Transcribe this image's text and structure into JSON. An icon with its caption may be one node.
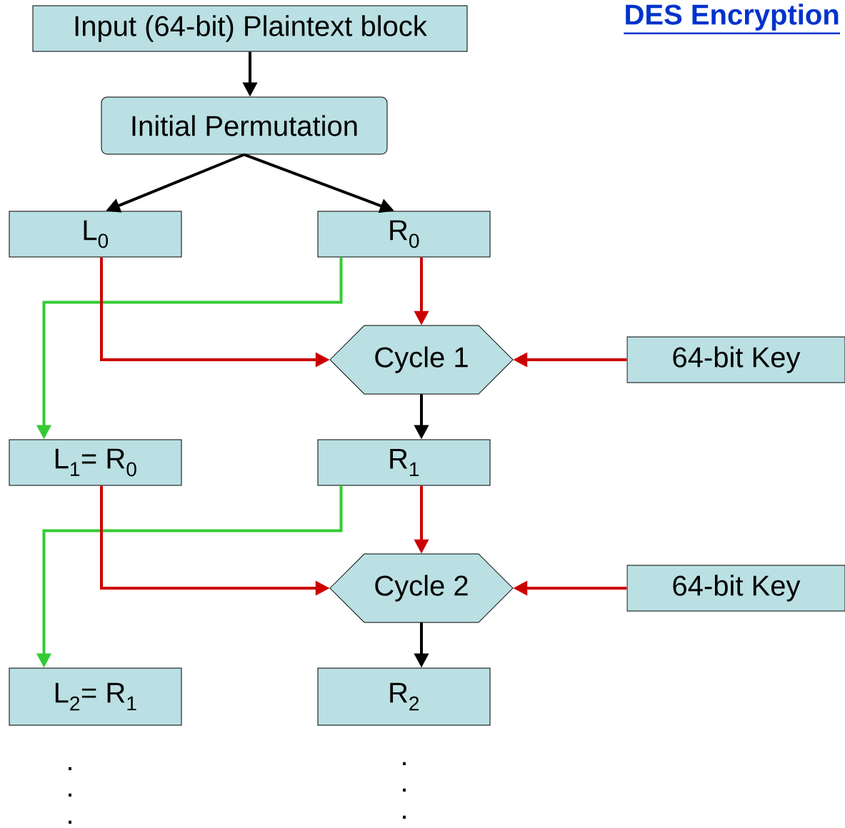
{
  "diagram": {
    "title": "DES Encryption",
    "nodes": [
      {
        "text": [
          "Input (64-bit) Plaintext block"
        ]
      },
      {
        "text": [
          "Initial Permutation"
        ]
      },
      {
        "text": [
          "L$_{0}$"
        ]
      },
      {
        "text": [
          "R$_{0}$"
        ]
      },
      {
        "text": [
          "Cycle 1"
        ]
      },
      {
        "text": [
          "64-bit Key"
        ]
      },
      {
        "text": [
          "L$_{1}$= R$_{0}$"
        ]
      },
      {
        "text": [
          "R$_{1}$"
        ]
      },
      {
        "text": [
          "Cycle 2"
        ]
      },
      {
        "text": [
          "64-bit Key"
        ]
      },
      {
        "text": [
          "L$_{2}$= R$_{1}$"
        ]
      },
      {
        "text": [
          "R$_{2}$"
        ]
      }
    ],
    "edges": [
      {
        "from": 0,
        "to": 1,
        "arrow": "to",
        "color": "#000000"
      },
      {
        "from": 1,
        "to": 2,
        "arrow": "to",
        "color": "#000000"
      },
      {
        "from": 1,
        "to": 3,
        "arrow": "to",
        "color": "#000000"
      },
      {
        "from": 3,
        "to": 6,
        "arrow": "to",
        "color": "#33cc33"
      },
      {
        "from": 2,
        "to": 4,
        "arrow": "to"
      },
      {
        "from": 3,
        "to": 4,
        "arrow": "to"
      },
      {
        "from": 5,
        "to": 4,
        "arrow": "to"
      },
      {
        "from": 4,
        "to": 7,
        "arrow": "to",
        "color": "#000000"
      },
      {
        "from": 7,
        "to": 10,
        "arrow": "to",
        "color": "#33cc33"
      },
      {
        "from": 6,
        "to": 8,
        "arrow": "to"
      },
      {
        "from": 7,
        "to": 8,
        "arrow": "to"
      },
      {
        "from": 9,
        "to": 8,
        "arrow": "to"
      },
      {
        "from": 8,
        "to": 11,
        "arrow": "to",
        "color": "#000000"
      }
    ],
    "labels": [
      ".",
      ".",
      ".",
      ".",
      ".",
      "."
    ]
  }
}
